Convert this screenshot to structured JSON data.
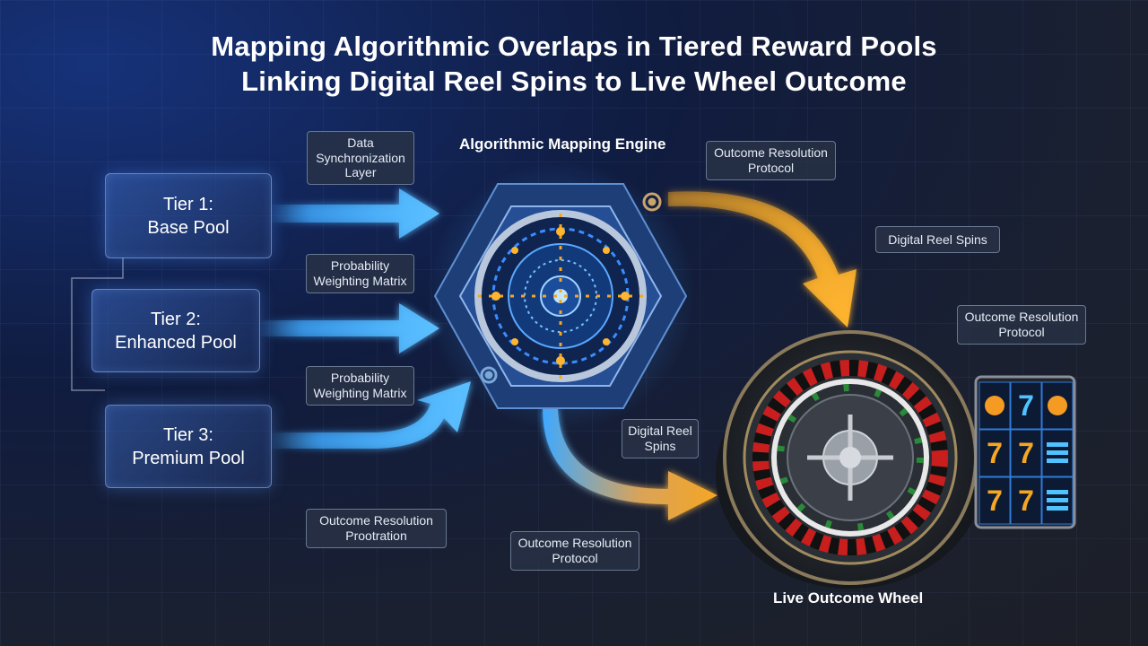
{
  "title": {
    "line1": "Mapping Algorithmic Overlaps in Tiered Reward Pools",
    "line2": "Linking Digital Reel Spins to Live Wheel Outcome"
  },
  "tiers": [
    {
      "line1": "Tier 1:",
      "line2": "Base Pool"
    },
    {
      "line1": "Tier 2:",
      "line2": "Enhanced Pool"
    },
    {
      "line1": "Tier 3:",
      "line2": "Premium Pool"
    }
  ],
  "labels": {
    "data_sync": {
      "line1": "Data",
      "line2": "Synchronization",
      "line3": "Layer"
    },
    "prob_matrix_1": {
      "line1": "Probability",
      "line2": "Weighting Matrix"
    },
    "prob_matrix_2": {
      "line1": "Probability",
      "line2": "Weighting Matrix"
    },
    "outcome_proration": {
      "line1": "Outcome Resolution",
      "line2": "Prootration"
    },
    "outcome_protocol_bottom": {
      "line1": "Outcome Resolution",
      "line2": "Protocol"
    },
    "digital_reel_spins_mid": {
      "line1": "Digital Reel",
      "line2": "Spins"
    },
    "outcome_protocol_top": {
      "line1": "Outcome Resolution",
      "line2": "Protocol"
    },
    "digital_reel_spins_right": {
      "line1": "Digital Reel Spins"
    },
    "outcome_protocol_right": {
      "line1": "Outcome Resolution",
      "line2": "Protocol"
    }
  },
  "engine_label": "Algorithmic Mapping Engine",
  "wheel_label": "Live Outcome Wheel",
  "colors": {
    "blue_flow": "#3fa9ff",
    "orange_flow": "#f5a623",
    "background": "#1c1f27"
  },
  "icons": {
    "engine": "engine-core-icon",
    "wheel": "roulette-wheel-icon",
    "reels": "slot-reels-icon"
  },
  "reel_symbols": [
    [
      "orange",
      "7",
      "orange"
    ],
    [
      "7",
      "7",
      "bar"
    ],
    [
      "7",
      "7",
      "bar"
    ]
  ]
}
